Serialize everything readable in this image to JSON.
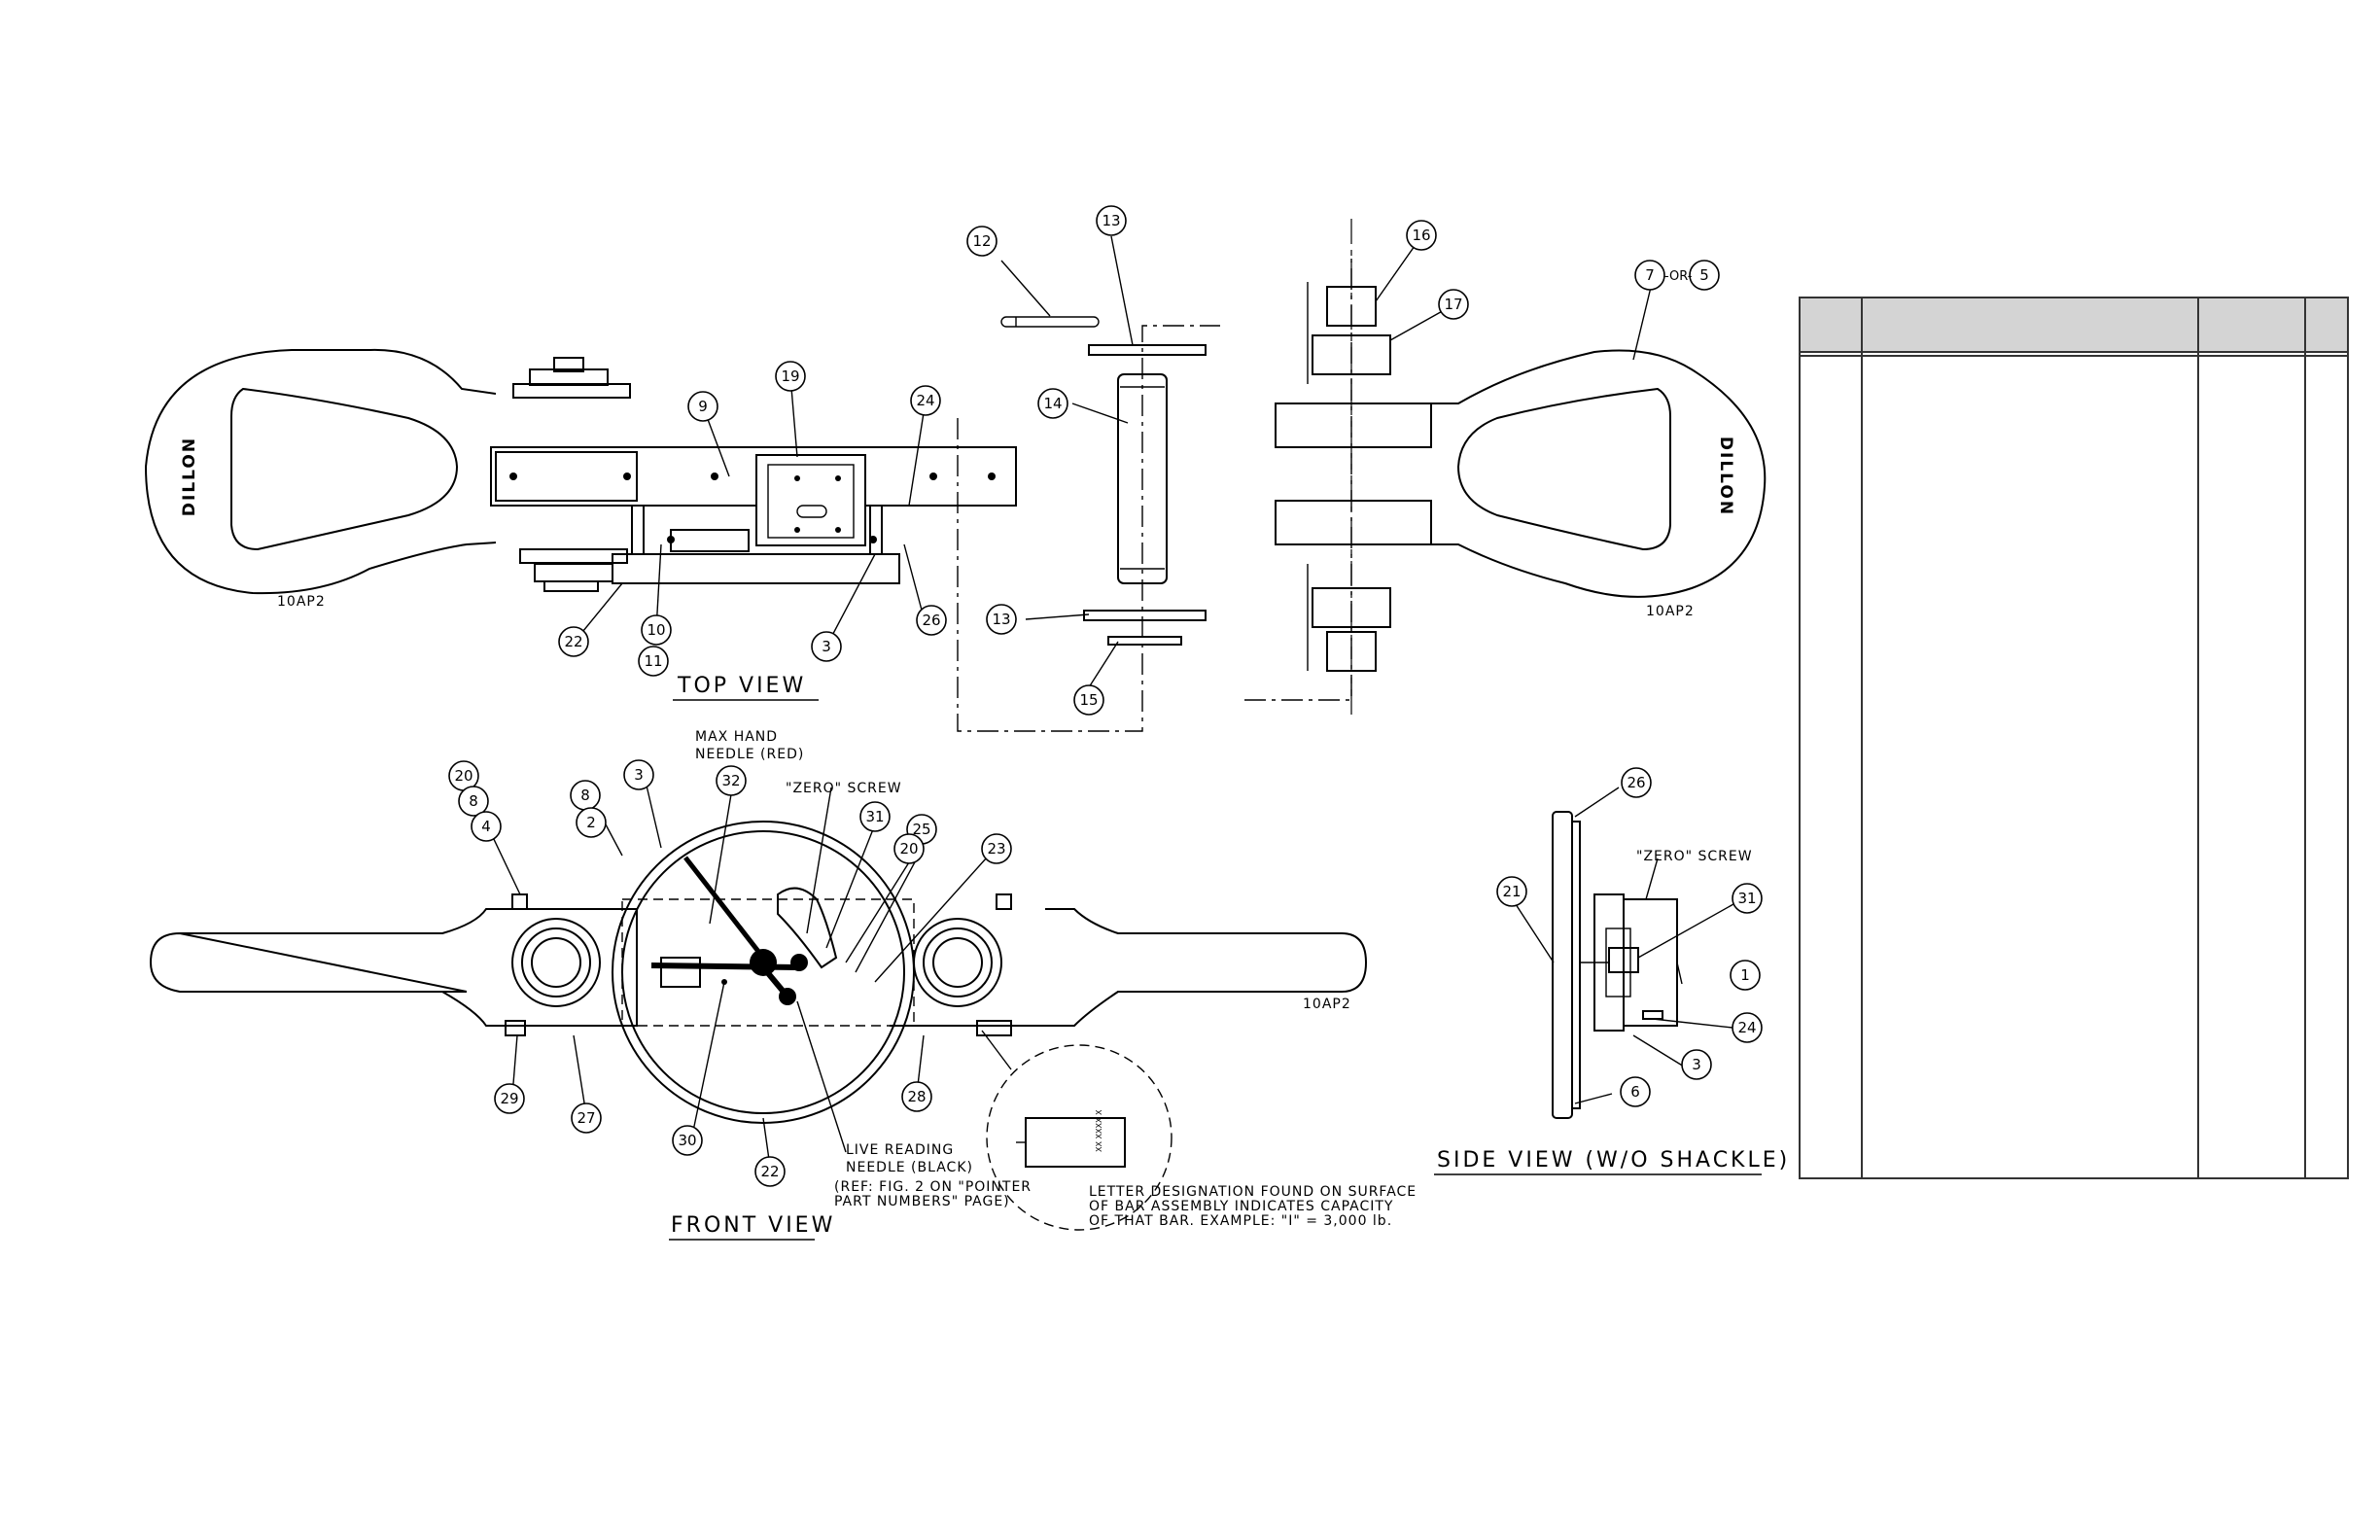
{
  "title_block": {
    "top_view": "TOP VIEW",
    "front_view": "FRONT VIEW",
    "side_view": "SIDE VIEW (W/O SHACKLE)"
  },
  "brand": {
    "left": "DILLON",
    "right": "DILLON"
  },
  "part_marks": {
    "top_left": "10AP2",
    "top_right": "10AP2",
    "front": "10AP2"
  },
  "callouts": {
    "top": [
      "12",
      "13",
      "16",
      "17",
      "7",
      "5",
      "19",
      "24",
      "9",
      "14",
      "22",
      "10",
      "11",
      "3",
      "26",
      "13",
      "15"
    ],
    "front": [
      "32",
      "31",
      "25",
      "20",
      "23",
      "3",
      "8",
      "2",
      "20",
      "8",
      "4",
      "29",
      "27",
      "30",
      "22",
      "28"
    ],
    "side": [
      "26",
      "21",
      "31",
      "1",
      "24",
      "3",
      "6"
    ]
  },
  "or_label": "-OR-",
  "notes": {
    "max_hand_1": "MAX HAND",
    "max_hand_2": "NEEDLE (RED)",
    "zero_screw_front": "\"ZERO\" SCREW",
    "zero_screw_side": "\"ZERO\" SCREW",
    "live_1": "LIVE READING",
    "live_2": "NEEDLE (BLACK)",
    "ref_1": "(REF: FIG. 2 ON \"POINTER",
    "ref_2": "PART NUMBERS\" PAGE)",
    "letter_1": "LETTER DESIGNATION FOUND ON SURFACE",
    "letter_2": "OF BAR ASSEMBLY INDICATES CAPACITY",
    "letter_3": "OF THAT BAR. EXAMPLE: \"I\" = 3,000 lb.",
    "bar_code": "XX XXXX X"
  },
  "parts_table": {
    "header": [
      "",
      "",
      "",
      ""
    ],
    "rows": []
  }
}
